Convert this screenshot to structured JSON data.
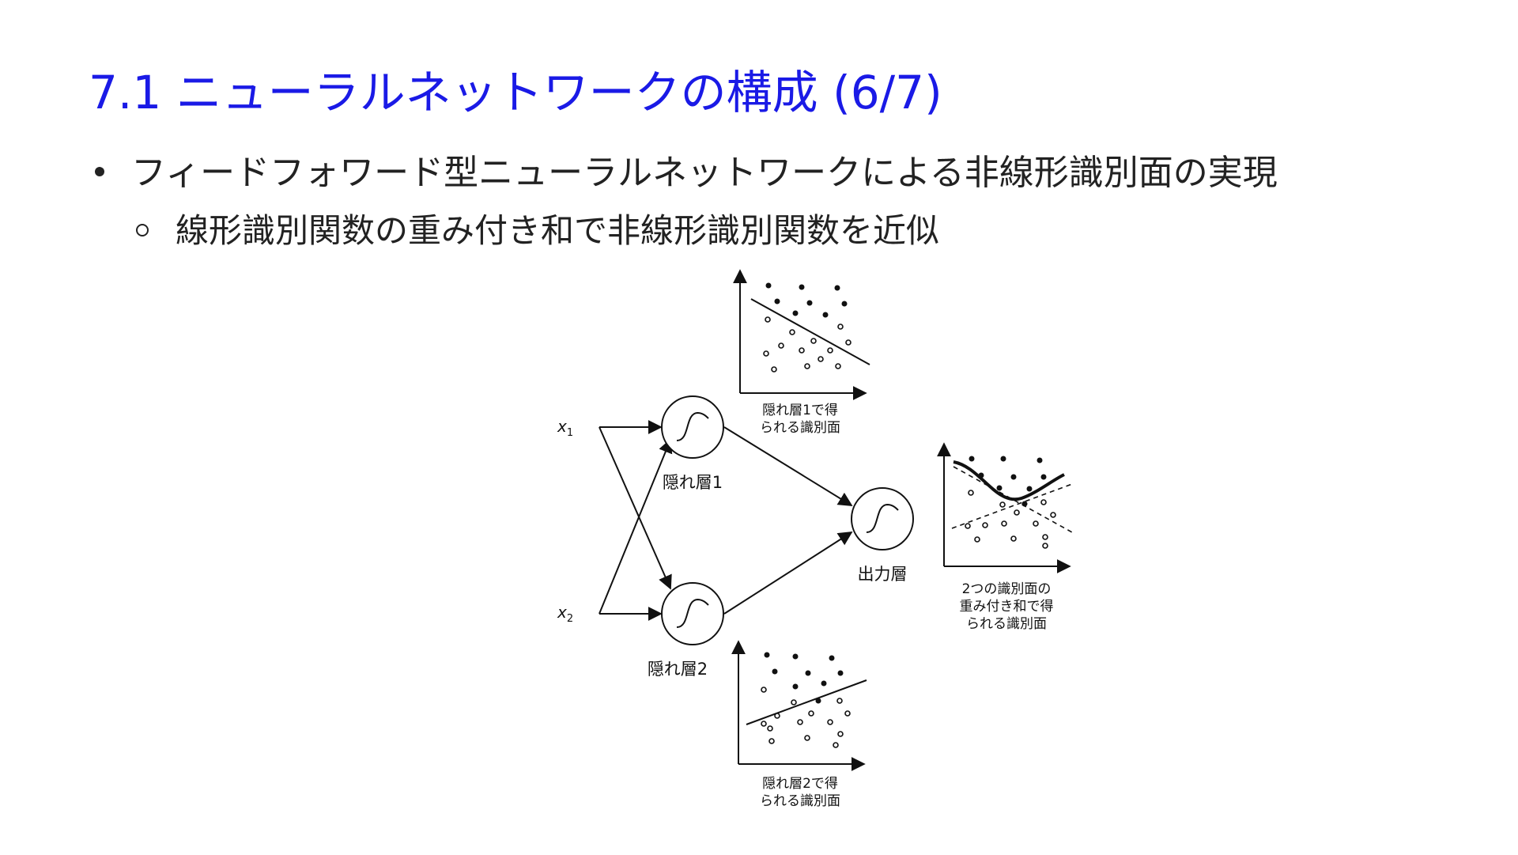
{
  "slide": {
    "title": "7.1 ニューラルネットワークの構成 (6/7)",
    "bullet": "フィードフォワード型ニューラルネットワークによる非線形識別面の実現",
    "sub_bullet": "線形識別関数の重み付き和で非線形識別関数を近似"
  },
  "diagram": {
    "inputs": [
      "x",
      "x"
    ],
    "input_subscripts": [
      "1",
      "2"
    ],
    "hidden1_label": "隠れ層1",
    "hidden2_label": "隠れ層2",
    "output_label": "出力層",
    "plot1_caption": [
      "隠れ層1で得",
      "られる識別面"
    ],
    "plot2_caption": [
      "隠れ層2で得",
      "られる識別面"
    ],
    "plot3_caption": [
      "2つの識別面の",
      "重み付き和で得",
      "られる識別面"
    ]
  }
}
